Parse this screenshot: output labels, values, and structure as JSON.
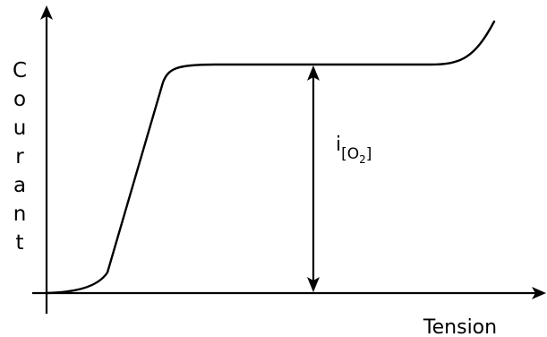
{
  "diagram": {
    "y_axis_label": "Courant",
    "x_axis_label": "Tension",
    "annotation": {
      "main": "i",
      "sub_open": "[O",
      "sub_index": "2",
      "sub_close": "]"
    },
    "colors": {
      "stroke": "#000000",
      "background": "#ffffff"
    }
  }
}
